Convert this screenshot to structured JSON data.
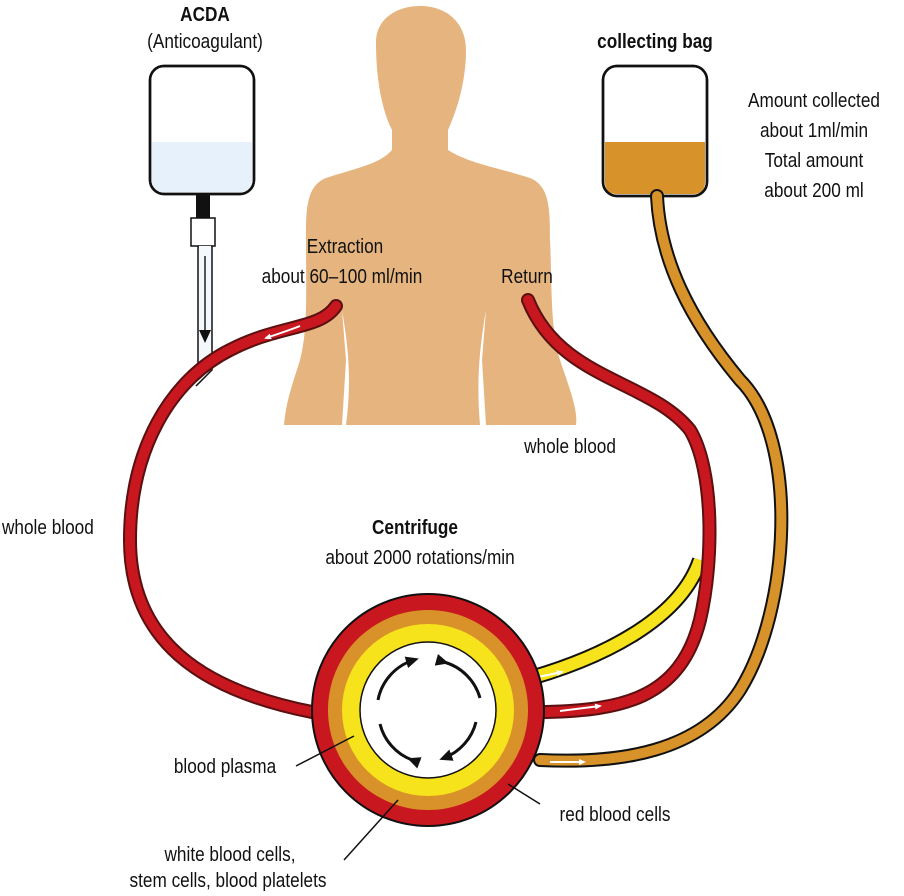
{
  "anticoagulant": {
    "title": "ACDA",
    "subtitle": "(Anticoagulant)"
  },
  "collecting_bag": {
    "title": "collecting bag",
    "info": [
      "Amount collected",
      "about 1ml/min",
      "Total amount",
      "about 200 ml"
    ]
  },
  "extraction": {
    "line1": "Extraction",
    "line2": "about 60–100 ml/min"
  },
  "return_label": "Return",
  "whole_blood_left": "whole blood",
  "whole_blood_right": "whole blood",
  "centrifuge": {
    "title": "Centrifuge",
    "subtitle": "about 2000 rotations/min"
  },
  "layers": {
    "plasma": "blood plasma",
    "red_cells": "red blood cells",
    "white_cells_line1": "white blood cells,",
    "white_cells_line2": "stem cells, blood platelets"
  },
  "colors": {
    "body": "#e5b47f",
    "blood_tube": "#c8171e",
    "tube_outline": "#5a1010",
    "plasma": "#f6e31b",
    "buffy_coat": "#d9922a",
    "collected_fluid": "#d8922a",
    "anticoagulant_fluid": "#e6f1fb"
  }
}
